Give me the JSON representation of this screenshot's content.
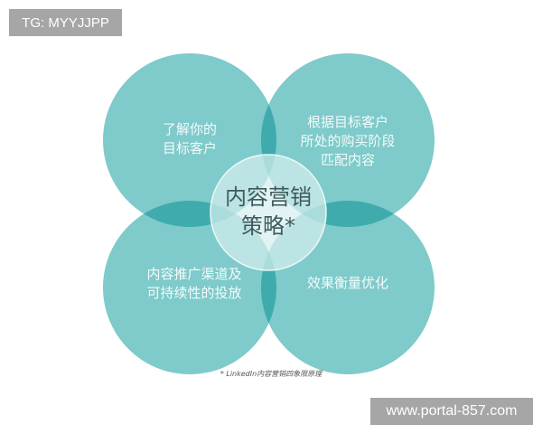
{
  "watermarks": {
    "top_left": "TG: MYYJJPP",
    "bottom_right": "www.portal-857.com"
  },
  "diagram": {
    "center": {
      "line1": "内容营销",
      "line2": "策略*"
    },
    "quadrants": [
      {
        "position": "top-left",
        "lines": [
          "了解你的",
          "目标客户"
        ]
      },
      {
        "position": "top-right",
        "lines": [
          "根据目标客户",
          "所处的购买阶段",
          "匹配内容"
        ]
      },
      {
        "position": "bottom-left",
        "lines": [
          "内容推广渠道及",
          "可持续性的投放"
        ]
      },
      {
        "position": "bottom-right",
        "lines": [
          "效果衡量优化"
        ]
      }
    ],
    "caption": "* LinkedIn内容营销四象限原理",
    "colors": {
      "circle": "#7fcaca",
      "overlap": "#3fabad",
      "center_fill": "#bfe5e4",
      "center_text": "#3e5a5c",
      "label_text": "#f2fbfb"
    }
  }
}
